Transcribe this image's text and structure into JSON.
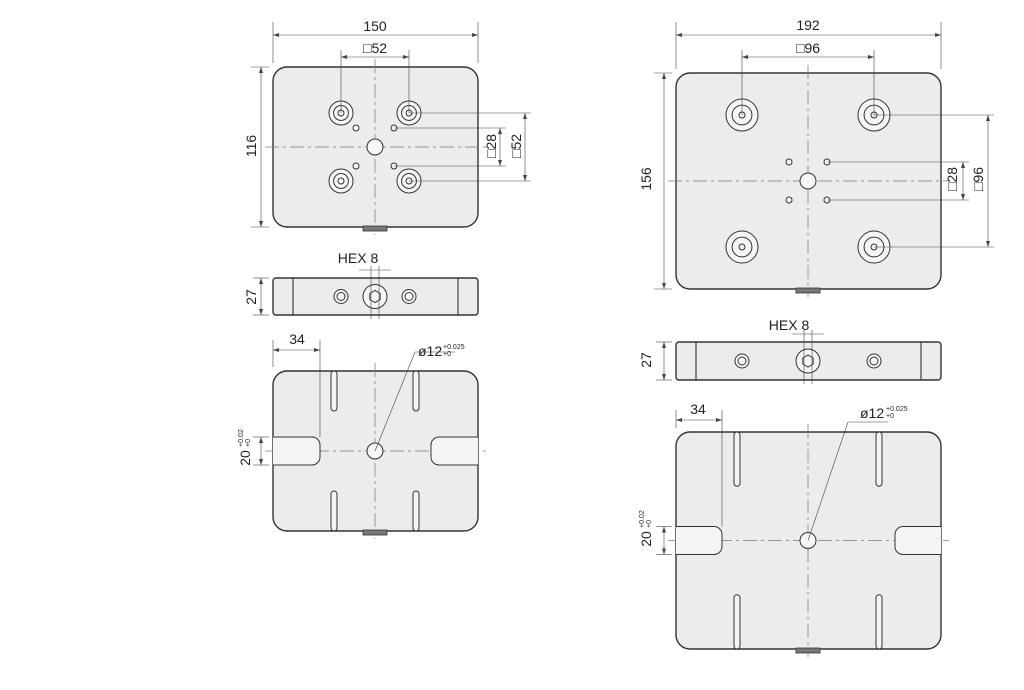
{
  "small_plate": {
    "width_dim": "150",
    "bolt_square_dim": "□52",
    "height_dim": "116",
    "inner_square_dim": "□28",
    "outer_square_dim": "□52",
    "hex_label": "HEX 8",
    "thickness_dim": "27",
    "slot_offset_dim": "34",
    "bore_dim": "ø12",
    "bore_tol_upper": "+0.025",
    "bore_tol_lower": "+0",
    "slot_width_dim": "20",
    "slot_tol_upper": "+0.02",
    "slot_tol_lower": "+0"
  },
  "large_plate": {
    "width_dim": "192",
    "bolt_square_dim": "□96",
    "height_dim": "156",
    "inner_square_dim": "□28",
    "outer_square_dim": "□96",
    "hex_label": "HEX 8",
    "thickness_dim": "27",
    "slot_offset_dim": "34",
    "bore_dim": "ø12",
    "bore_tol_upper": "+0.025",
    "bore_tol_lower": "+0",
    "slot_width_dim": "20",
    "slot_tol_upper": "+0.02",
    "slot_tol_lower": "+0"
  }
}
